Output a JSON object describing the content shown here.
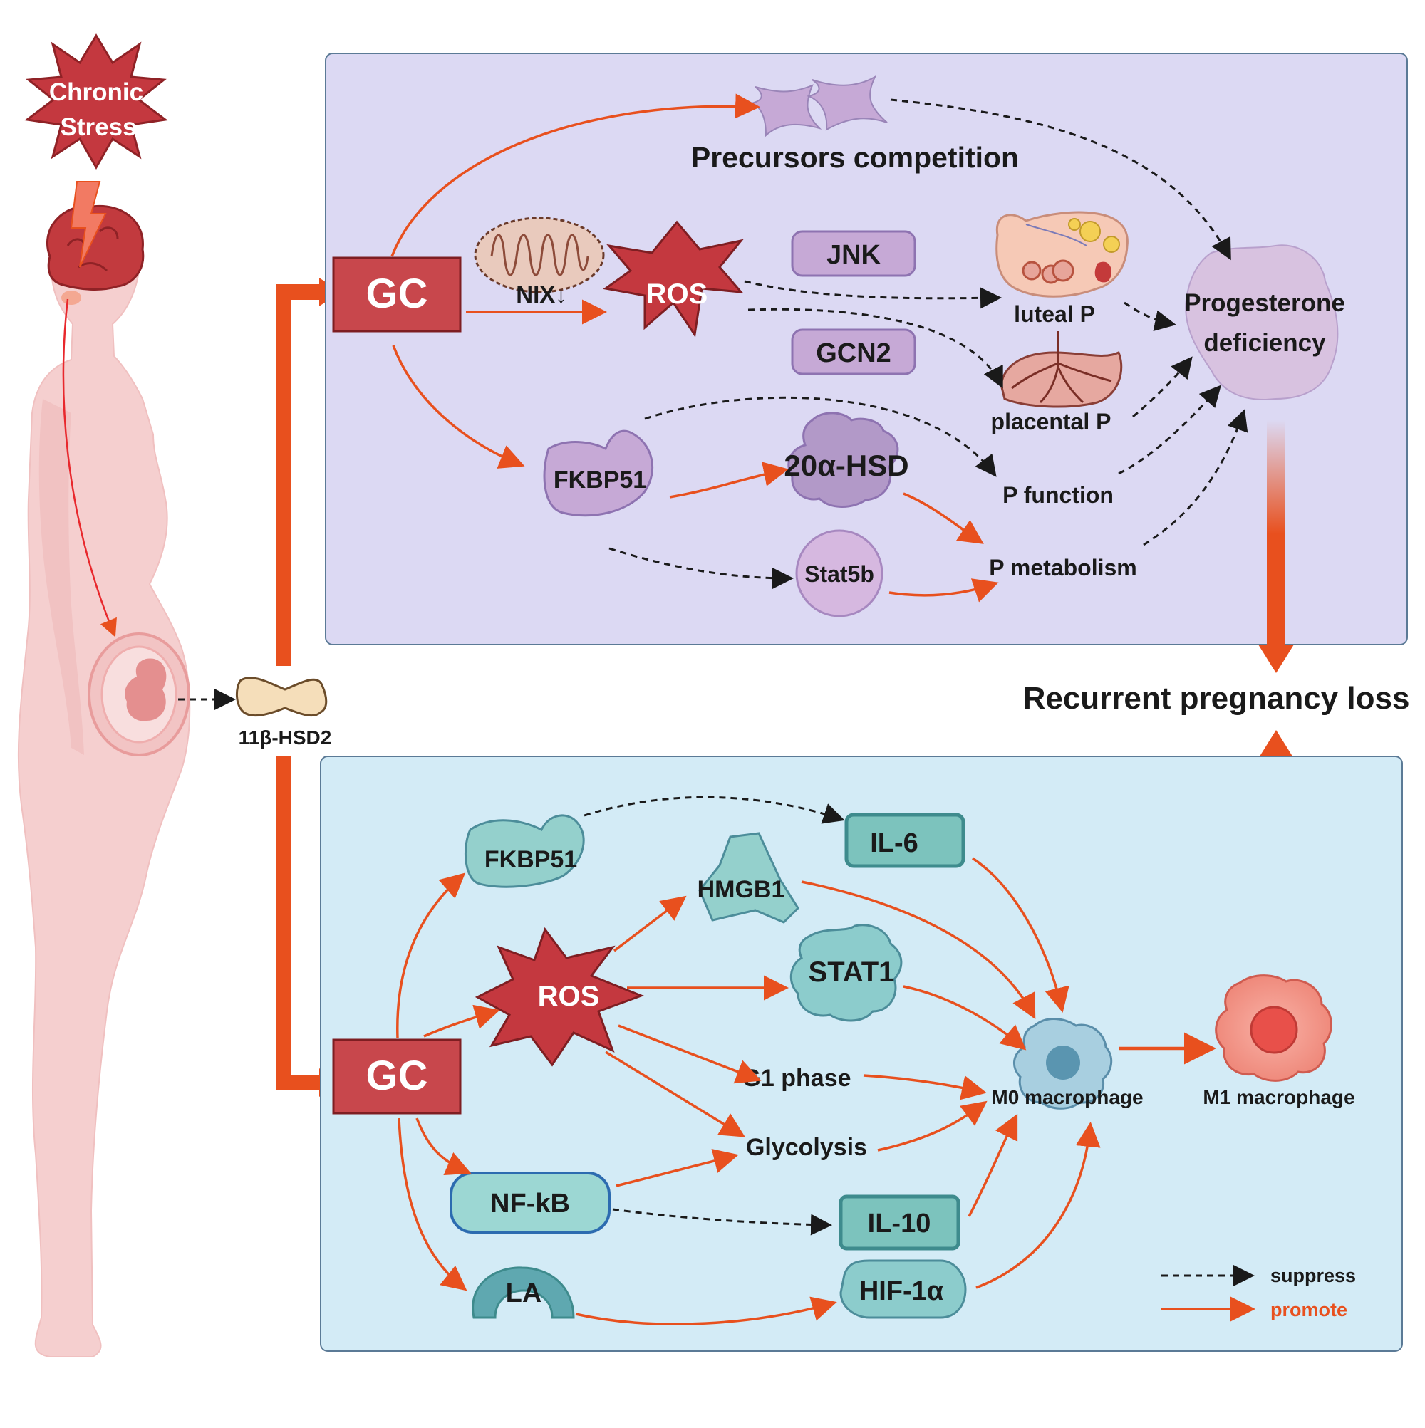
{
  "figure": {
    "left": {
      "stress_label_line1": "Chronic",
      "stress_label_line2": "Stress",
      "enzyme_label": "11β-HSD2"
    },
    "top_panel": {
      "gc": "GC",
      "precursors": "Precursors competition",
      "nix": "NIX↓",
      "ros": "ROS",
      "jnk": "JNK",
      "gcn2": "GCN2",
      "luteal": "luteal P",
      "placental": "placental P",
      "progesterone_line1": "Progesterone",
      "progesterone_line2": "deficiency",
      "fkbp51": "FKBP51",
      "hsd20": "20α-HSD",
      "p_function": "P function",
      "stat5b": "Stat5b",
      "p_metabolism": "P metabolism"
    },
    "outcome": "Recurrent pregnancy loss",
    "bottom_panel": {
      "gc": "GC",
      "fkbp51": "FKBP51",
      "il6": "IL-6",
      "hmgb1": "HMGB1",
      "ros": "ROS",
      "stat1": "STAT1",
      "g1": "G1 phase",
      "glycolysis": "Glycolysis",
      "nfkb": "NF-kB",
      "il10": "IL-10",
      "la": "LA",
      "hif": "HIF-1α",
      "m0": "M0 macrophage",
      "m1": "M1 macrophage"
    },
    "legend": {
      "suppress": "suppress",
      "promote": "promote"
    },
    "colors": {
      "promote": "#e8501e",
      "suppress": "#1a1a1a",
      "gc_box": "#c8474c",
      "top_panel_bg": "#dcd9f3",
      "bottom_panel_bg": "#d3ebf6",
      "purple_shape": "#c6a9d6",
      "teal_shape": "#8ccccc"
    }
  }
}
